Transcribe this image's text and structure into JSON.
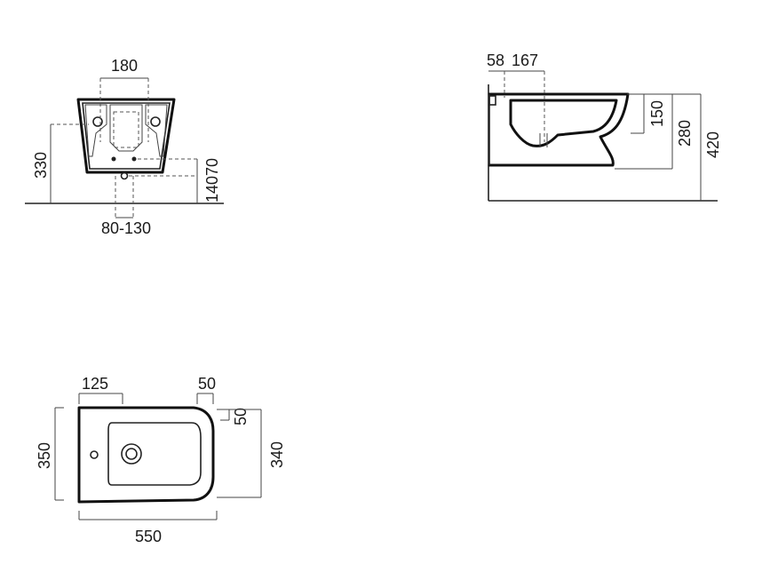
{
  "front_view": {
    "dim_width_top": "180",
    "dim_height_left": "330",
    "dim_right_upper": "70",
    "dim_right_lower": "140",
    "dim_bottom": "80-130"
  },
  "side_view": {
    "dim_top_a": "58",
    "dim_top_b": "167",
    "dim_right_1": "150",
    "dim_right_2": "280",
    "dim_right_3": "420"
  },
  "top_view": {
    "dim_top_left": "125",
    "dim_top_right": "50",
    "dim_right_small": "50",
    "dim_left_height": "350",
    "dim_right_height": "340",
    "dim_bottom_width": "550"
  }
}
